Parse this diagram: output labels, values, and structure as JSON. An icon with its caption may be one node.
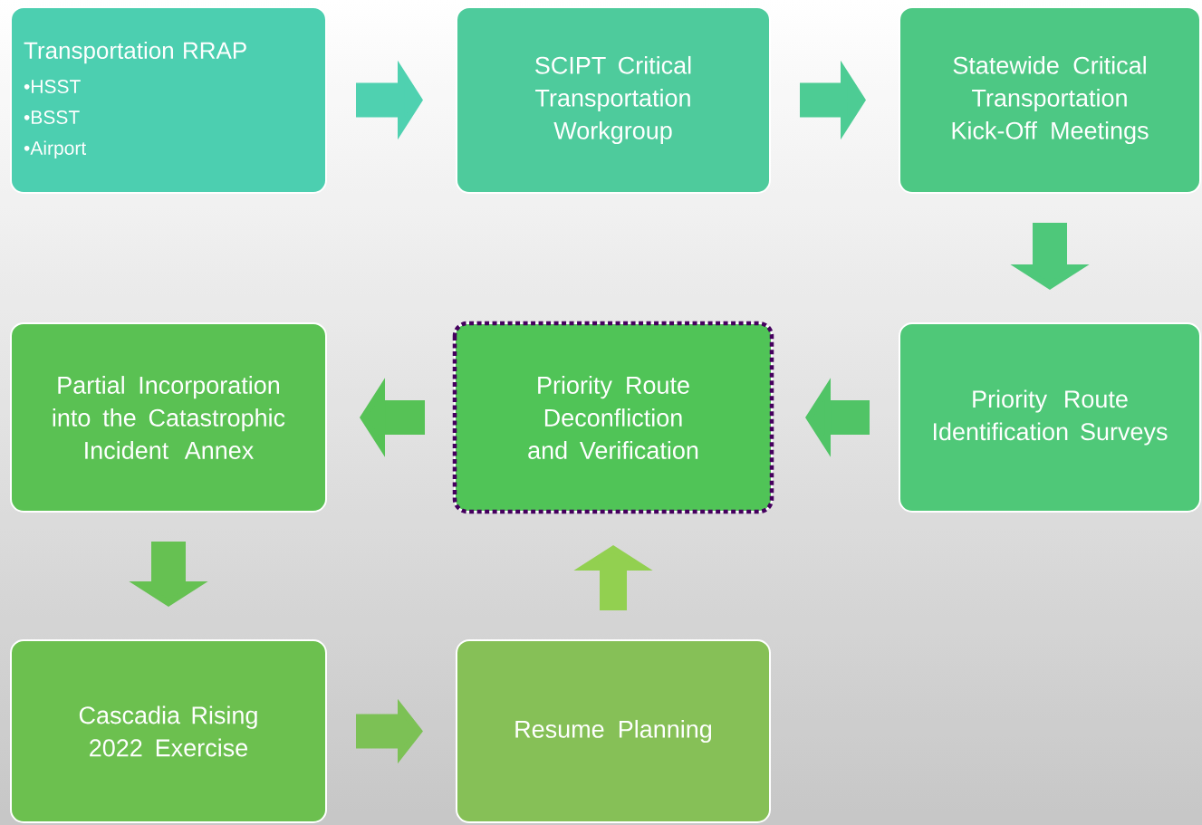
{
  "diagram": {
    "nodes": [
      {
        "text": [
          "Transportation RRAP",
          "•HSST",
          "•BSST",
          "•Airport"
        ]
      },
      {
        "text": [
          "SCIPT Critical Transportation Workgroup"
        ]
      },
      {
        "text": [
          "Statewide Critical Transportation Kick-Off Meetings"
        ]
      },
      {
        "text": [
          "Priority Route Identification Surveys"
        ]
      },
      {
        "text": [
          "Priority Route Deconfliction and Verification"
        ]
      },
      {
        "text": [
          "Partial Incorporation into the Catastrophic Incident Annex"
        ]
      },
      {
        "text": [
          "Cascadia Rising 2022 Exercise"
        ]
      },
      {
        "text": [
          "Resume Planning"
        ]
      }
    ],
    "edges": [
      {
        "from": 0,
        "to": 1,
        "arrow": "to",
        "color": "#4fd1b0"
      },
      {
        "from": 1,
        "to": 2,
        "arrow": "to",
        "color": "#4dcc94"
      },
      {
        "from": 2,
        "to": 3,
        "arrow": "to",
        "color": "#4ec87a"
      },
      {
        "from": 3,
        "to": 4,
        "arrow": "to",
        "color": "#50c466"
      },
      {
        "from": 4,
        "to": 5,
        "arrow": "to",
        "color": "#56c256"
      },
      {
        "from": 5,
        "to": 6,
        "arrow": "to",
        "color": "#66c152"
      },
      {
        "from": 6,
        "to": 7,
        "arrow": "to",
        "color": "#7cc155"
      },
      {
        "from": 7,
        "to": 4,
        "arrow": "to",
        "color": "#92d050"
      }
    ]
  }
}
